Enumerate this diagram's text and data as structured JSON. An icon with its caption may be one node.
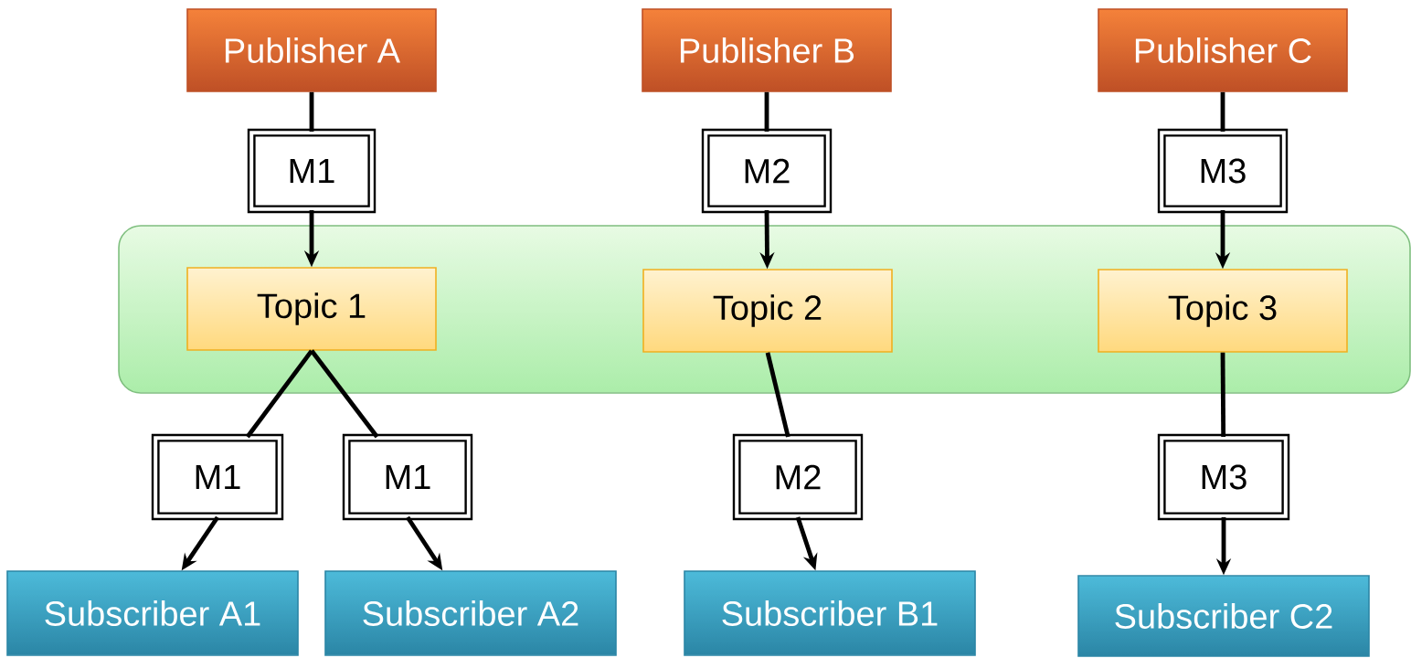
{
  "diagram": {
    "nodes": [
      {
        "text": [
          "Publisher A"
        ]
      },
      {
        "text": [
          "Publisher B"
        ]
      },
      {
        "text": [
          "Publisher C"
        ]
      },
      {
        "text": [
          "M1"
        ]
      },
      {
        "text": [
          "M2"
        ]
      },
      {
        "text": [
          "M3"
        ]
      },
      {
        "text": [],
        "shape": "box"
      },
      {
        "text": [
          "Topic 1"
        ],
        "in": 6
      },
      {
        "text": [
          "Topic 2"
        ],
        "in": 6
      },
      {
        "text": [
          "Topic 3"
        ],
        "in": 6
      },
      {
        "text": [
          "M1"
        ]
      },
      {
        "text": [
          "M1"
        ]
      },
      {
        "text": [
          "M2"
        ]
      },
      {
        "text": [
          "M3"
        ]
      },
      {
        "text": [
          "Subscriber A1"
        ]
      },
      {
        "text": [
          "Subscriber A2"
        ]
      },
      {
        "text": [
          "Subscriber B1"
        ]
      },
      {
        "text": [
          "Subscriber C2"
        ]
      }
    ],
    "edges": [
      {
        "from": 0,
        "to": 3,
        "arrow": "none"
      },
      {
        "from": 3,
        "to": 7,
        "arrow": "to"
      },
      {
        "from": 1,
        "to": 4,
        "arrow": "none"
      },
      {
        "from": 4,
        "to": 8,
        "arrow": "to"
      },
      {
        "from": 2,
        "to": 5,
        "arrow": "none"
      },
      {
        "from": 5,
        "to": 9,
        "arrow": "to"
      },
      {
        "from": 7,
        "to": 10,
        "arrow": "none"
      },
      {
        "from": 7,
        "to": 11,
        "arrow": "none"
      },
      {
        "from": 10,
        "to": 14,
        "arrow": "to"
      },
      {
        "from": 11,
        "to": 15,
        "arrow": "to"
      },
      {
        "from": 8,
        "to": 12,
        "arrow": "none"
      },
      {
        "from": 12,
        "to": 16,
        "arrow": "to"
      },
      {
        "from": 9,
        "to": 13,
        "arrow": "none"
      },
      {
        "from": 13,
        "to": 17,
        "arrow": "to"
      }
    ]
  }
}
